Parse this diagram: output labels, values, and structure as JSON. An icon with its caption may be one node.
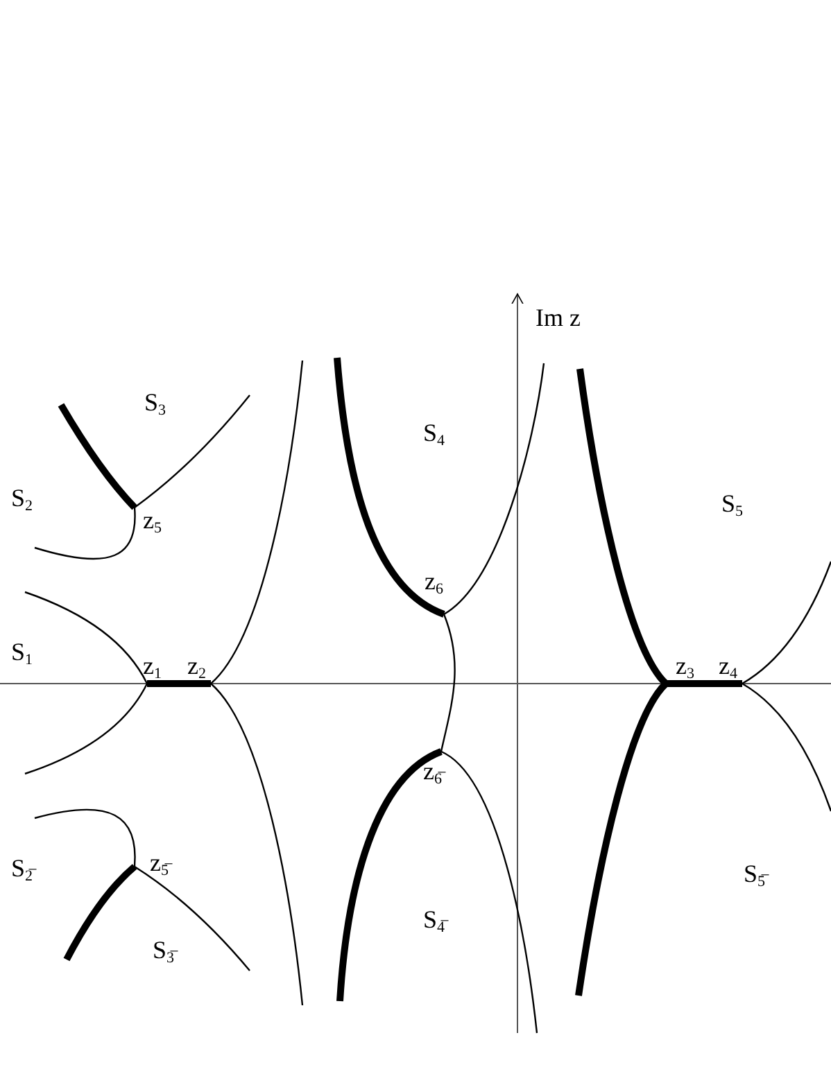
{
  "diagram": {
    "labels": [
      "Im z",
      "S$_{3}$",
      "S$_{4}$",
      "S$_{2}$",
      "S$_{5}$",
      "z$_{5}$",
      "z$_{6}$",
      "S$_{1}$",
      "z$_{1}$",
      "z$_{2}$",
      "z$_{3}$",
      "z$_{4}$",
      "z$_{6̅}$",
      "S$_{2̅}$",
      "z$_{5̅}$",
      "S$_{5̅}$",
      "S$_{4̅}$",
      "S$_{3̅}$"
    ]
  }
}
